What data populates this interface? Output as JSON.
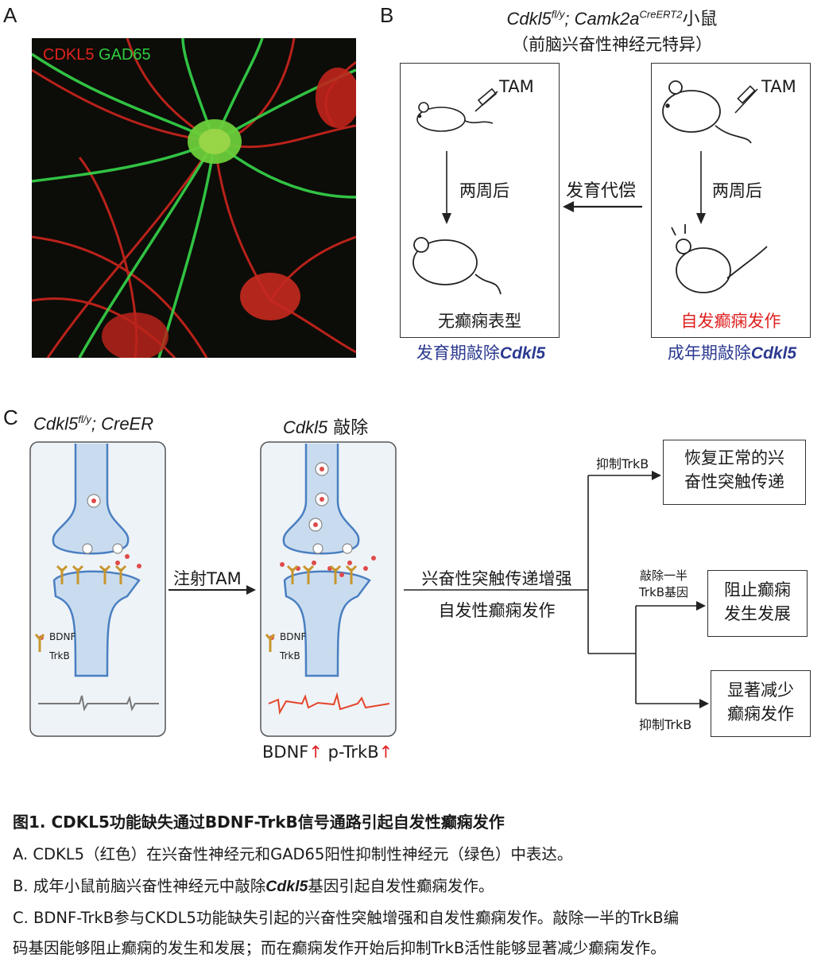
{
  "panel_a": {
    "letter": "A",
    "label_cdkl5": "CDKL5",
    "label_gad65": "GAD65",
    "colors": {
      "cdkl5": "#e0241c",
      "gad65": "#2ecc40"
    }
  },
  "panel_b": {
    "letter": "B",
    "title_italic": "Cdkl5",
    "title_sup1": "fl/y",
    "title_mid": "; Camk2a",
    "title_sup2": "CreERT2",
    "title_tail": "小鼠",
    "subtitle": "（前脑兴奋性神经元特异）",
    "tam": "TAM",
    "two_weeks": "两周后",
    "arrow_label": "发育代偿",
    "left_outcome": "无癫痫表型",
    "right_outcome": "自发癫痫发作",
    "left_caption_prefix": "发育期敲除",
    "right_caption_prefix": "成年期敲除",
    "gene_italic": "Cdkl5"
  },
  "panel_c": {
    "letter": "C",
    "left_title_italic": "Cdkl5",
    "left_title_sup": "fl/y",
    "left_title_rest": "; CreER",
    "mid_title_italic": "Cdkl5",
    "mid_title_rest": " 敲除",
    "legend_bdnf": "BDNF",
    "legend_trkb": "TrkB",
    "inject": "注射TAM",
    "effect_line1": "兴奋性突触传递增强",
    "effect_line2": "自发性癫痫发作",
    "bottom_label_1": "BDNF",
    "bottom_label_2": "p-TrkB",
    "up_arrow": "↑",
    "branch1_label": "抑制TrkB",
    "branch1_result": [
      "恢复正常的兴",
      "奋性突触传递"
    ],
    "branch2_label": [
      "敲除一半",
      "TrkB基因"
    ],
    "branch2_result": [
      "阻止癫痫",
      "发生发展"
    ],
    "branch3_label": "抑制TrkB",
    "branch3_result": [
      "显著减少",
      "癫痫发作"
    ]
  },
  "caption": {
    "title": "图1. CDKL5功能缺失通过BDNF-TrkB信号通路引起自发性癫痫发作",
    "line_a": "A. CDKL5（红色）在兴奋性神经元和GAD65阳性抑制性神经元（绿色）中表达。",
    "line_b_prefix": "B. 成年小鼠前脑兴奋性神经元中敲除",
    "line_b_gene": "Cdkl5",
    "line_b_suffix": "基因引起自发性癫痫发作。",
    "line_c1": "C. BDNF-TrkB参与CKDL5功能缺失引起的兴奋性突触增强和自发性癫痫发作。敲除一半的TrkB编",
    "line_c2": "码基因能够阻止癫痫的发生和发展；而在癫痫发作开始后抑制TrkB活性能够显著减少癫痫发作。"
  }
}
